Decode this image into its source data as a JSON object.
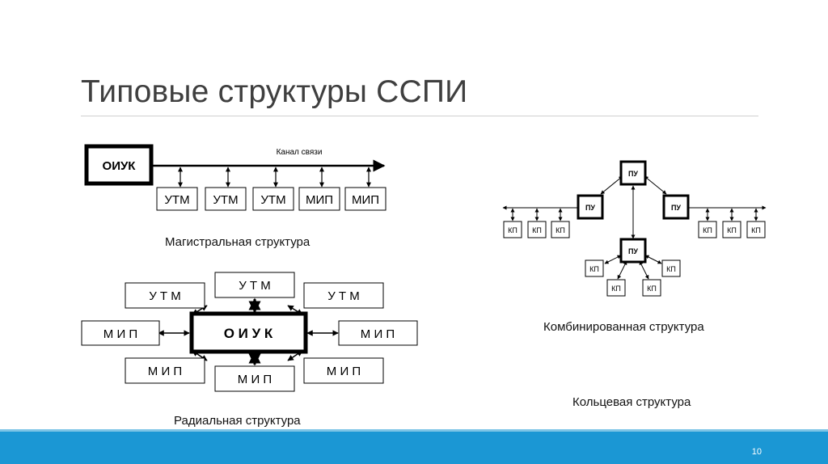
{
  "slide": {
    "title": "Типовые структуры ССПИ",
    "page_number": "10"
  },
  "captions": {
    "trunk": "Магистральная структура",
    "radial": "Радиальная структура",
    "combined": "Комбинированная структура",
    "ring": "Кольцевая структура"
  },
  "trunk": {
    "hub": "ОИУК",
    "channel": "Канал связи",
    "nodes": [
      "УТМ",
      "УТМ",
      "УТМ",
      "МИП",
      "МИП"
    ]
  },
  "radial": {
    "hub": "О И У К",
    "nodes": [
      "У Т М",
      "У Т М",
      "У Т М",
      "М И П",
      "М И П",
      "М И П",
      "М И П",
      "М И П"
    ]
  },
  "combined": {
    "center": "ПУ",
    "left": "ПУ",
    "right": "ПУ",
    "bottom": "ПУ",
    "kp": "КП"
  },
  "colors": {
    "footer": "#1b97d4",
    "title": "#3f3f3f"
  }
}
